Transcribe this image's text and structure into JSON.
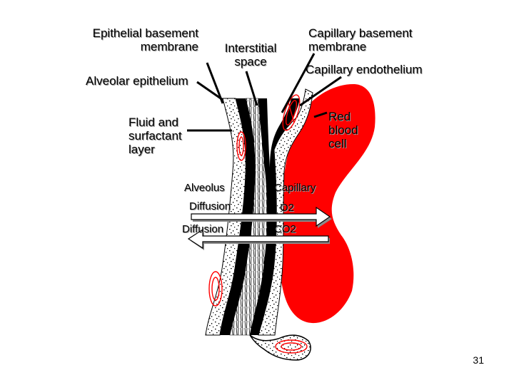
{
  "labels": {
    "epithelial_basement_membrane": "Epithelial basement\nmembrane",
    "interstitial_space": "Interstitial\nspace",
    "capillary_basement_membrane": "Capillary basement\nmembrane",
    "capillary_endothelium": "Capillary endothelium",
    "alveolar_epithelium": "Alveolar epithelium",
    "fluid_surfactant_layer": "Fluid and\nsurfactant\nlayer",
    "red_blood_cell": "Red\nblood\ncell",
    "alveolus": "Alveolus",
    "capillary": "Capillary",
    "diffusion_o2": "Diffusion",
    "o2": "O2",
    "diffusion_co2": "Diffusion",
    "co2": "CO2"
  },
  "page_number": "31",
  "colors": {
    "blood": "#ff0000",
    "membrane": "#000000",
    "background": "#ffffff",
    "arrow_fill": "#ffffff",
    "arrow_shadow": "#8a8a8a"
  }
}
